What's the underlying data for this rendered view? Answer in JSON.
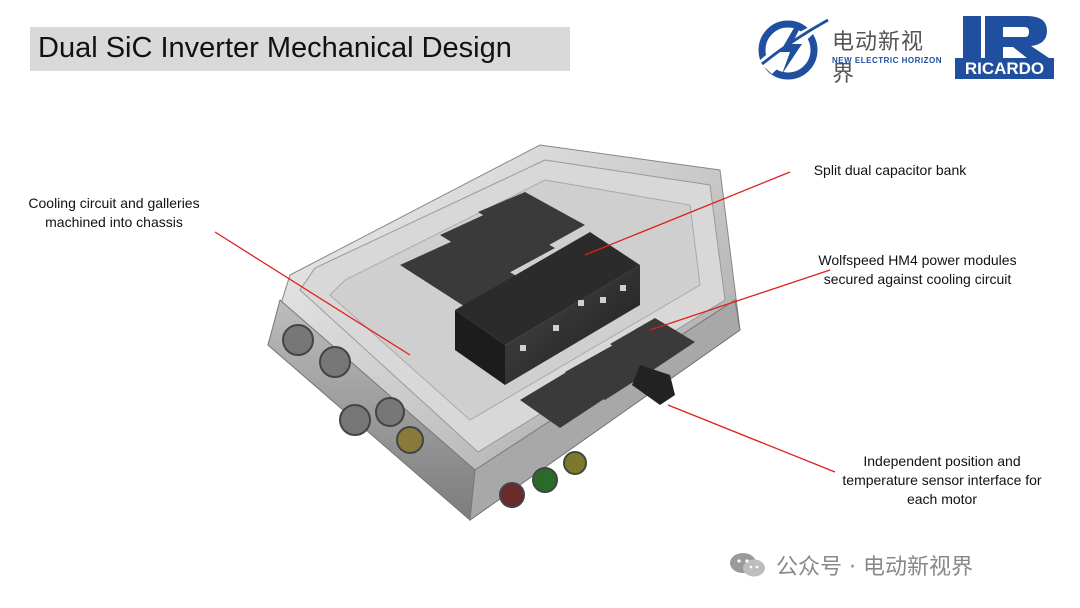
{
  "header": {
    "title": "Dual SiC Inverter Mechanical Design"
  },
  "logos": {
    "neh_cn": "电动新视界",
    "neh_en": "NEW ELECTRIC HORIZON",
    "ricardo": "RICARDO"
  },
  "callouts": {
    "cooling": "Cooling circuit and galleries machined into chassis",
    "capacitor": "Split dual capacitor bank",
    "wolfspeed": "Wolfspeed HM4 power modules secured against cooling circuit",
    "sensor": "Independent position and temperature sensor interface for each motor"
  },
  "footer": {
    "text": "公众号 · 电动新视界"
  },
  "colors": {
    "leader_line": "#e02020",
    "title_bg": "#d9d9d9",
    "brand_blue": "#1f4f9e"
  }
}
